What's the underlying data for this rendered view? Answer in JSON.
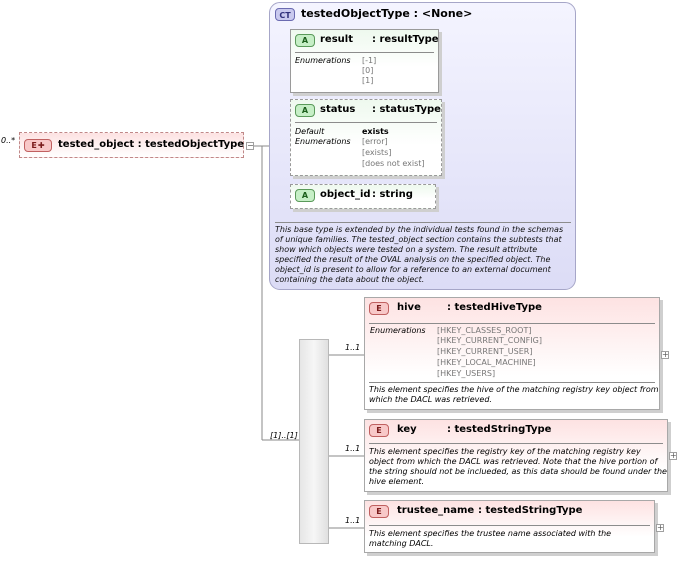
{
  "root": {
    "badge": "E",
    "name": "tested_object",
    "type": ": testedObjectType",
    "cardinality": "0..*"
  },
  "complex_type": {
    "badge": "CT",
    "title": "testedObjectType : <None>",
    "description": "This base type is extended by the individual tests found in the schemas of unique families.  The tested_object section contains the subtests that show which objects were tested on a system. The result attribute specified the result of the OVAL analysis on the specified object. The object_id is present to allow for a reference to an external document containing the data about the object.",
    "attributes": [
      {
        "badge": "A",
        "name": "result",
        "type": ": resultType",
        "enumerations_label": "Enumerations",
        "enumerations": [
          "[-1]",
          "[0]",
          "[1]"
        ]
      },
      {
        "badge": "A",
        "name": "status",
        "type": ": statusType",
        "default_label": "Default",
        "default_value": "exists",
        "enumerations_label": "Enumerations",
        "enumerations": [
          "[error]",
          "[exists]",
          "[does not exist]"
        ]
      },
      {
        "badge": "A",
        "name": "object_id",
        "type": ": string"
      }
    ]
  },
  "sequence": {
    "cardinality": "[1]..[1]"
  },
  "elements": [
    {
      "badge": "E",
      "name": "hive",
      "type": ": testedHiveType",
      "cardinality": "1..1",
      "enumerations_label": "Enumerations",
      "enumerations": [
        "[HKEY_CLASSES_ROOT]",
        "[HKEY_CURRENT_CONFIG]",
        "[HKEY_CURRENT_USER]",
        "[HKEY_LOCAL_MACHINE]",
        "[HKEY_USERS]"
      ],
      "description": "This element specifies the hive of the matching registry key object from which the DACL was retrieved."
    },
    {
      "badge": "E",
      "name": "key",
      "type": ": testedStringType",
      "cardinality": "1..1",
      "description": "This element specifies the registry key of the matching registry key object from which the DACL was retrieved.  Note that the hive portion of the string should not be inclueded, as this data should be found under the hive element."
    },
    {
      "badge": "E",
      "name": "trustee_name",
      "type": ": testedStringType",
      "cardinality": "1..1",
      "description": "This element specifies the trustee name associated with the matching DACL."
    }
  ],
  "expand_symbol": "+",
  "collapse_symbol": "−"
}
